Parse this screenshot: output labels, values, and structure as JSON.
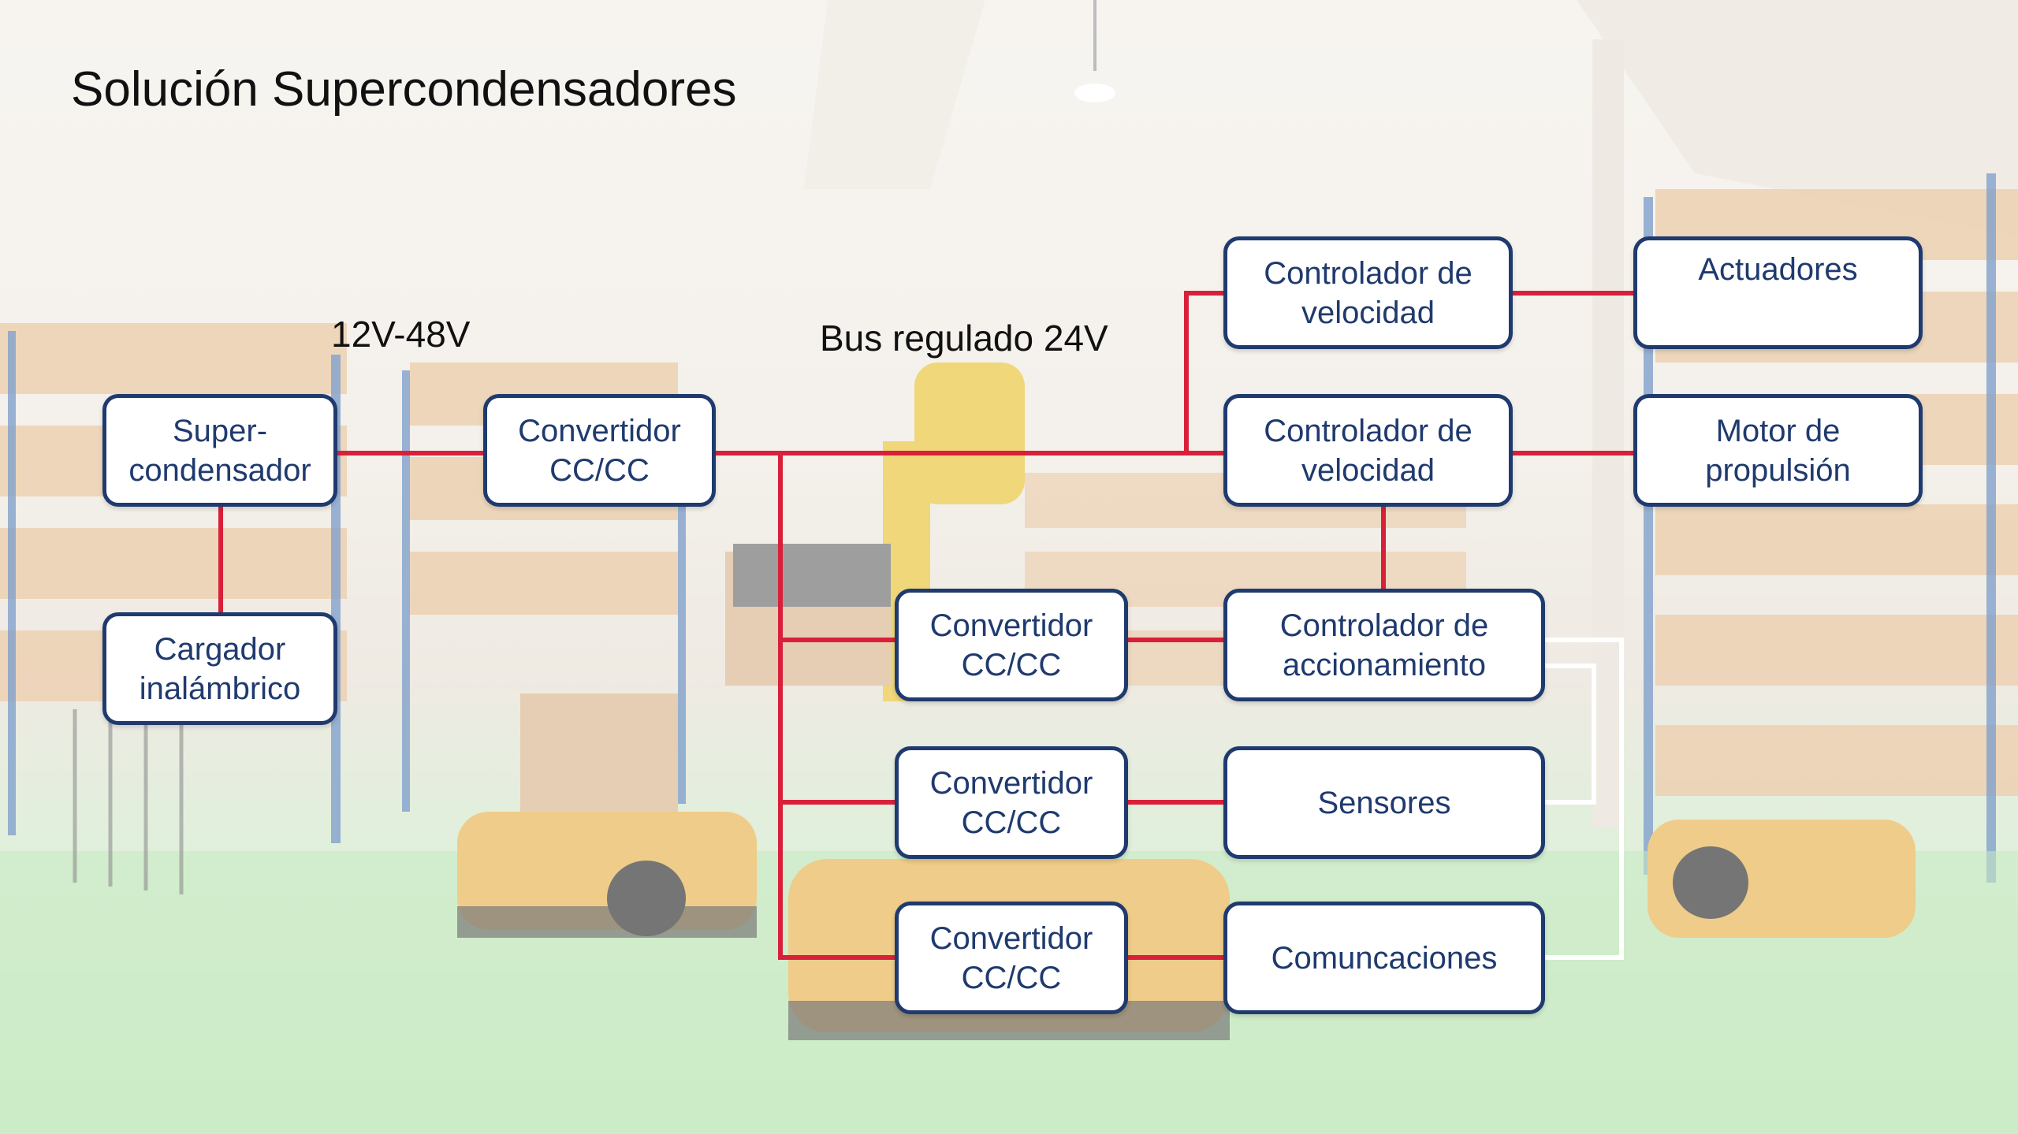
{
  "title": "Solución Supercondensadores",
  "labels": {
    "voltage_range": "12V-48V",
    "regulated_bus": "Bus regulado 24V"
  },
  "blocks": {
    "supercapacitor": "Super-\ncondensador",
    "wireless_charger": "Cargador\ninalámbrico",
    "main_converter": "Convertidor\nCC/CC",
    "converter_1": "Convertidor\nCC/CC",
    "converter_2": "Convertidor\nCC/CC",
    "converter_3": "Convertidor\nCC/CC",
    "speed_controller_1": "Controlador de\nvelocidad",
    "speed_controller_2": "Controlador de\nvelocidad",
    "drive_controller": "Controlador de\naccionamiento",
    "sensors": "Sensores",
    "communications": "Comuncaciones",
    "actuators": "Actuadores",
    "propulsion_motor": "Motor de\npropulsión"
  },
  "colors": {
    "power_line": "#d9203a",
    "signal_line": "#ffffff",
    "box_border": "#1f3a6e",
    "box_text": "#1f3a6e"
  },
  "background": "warehouse-with-robots-photo"
}
